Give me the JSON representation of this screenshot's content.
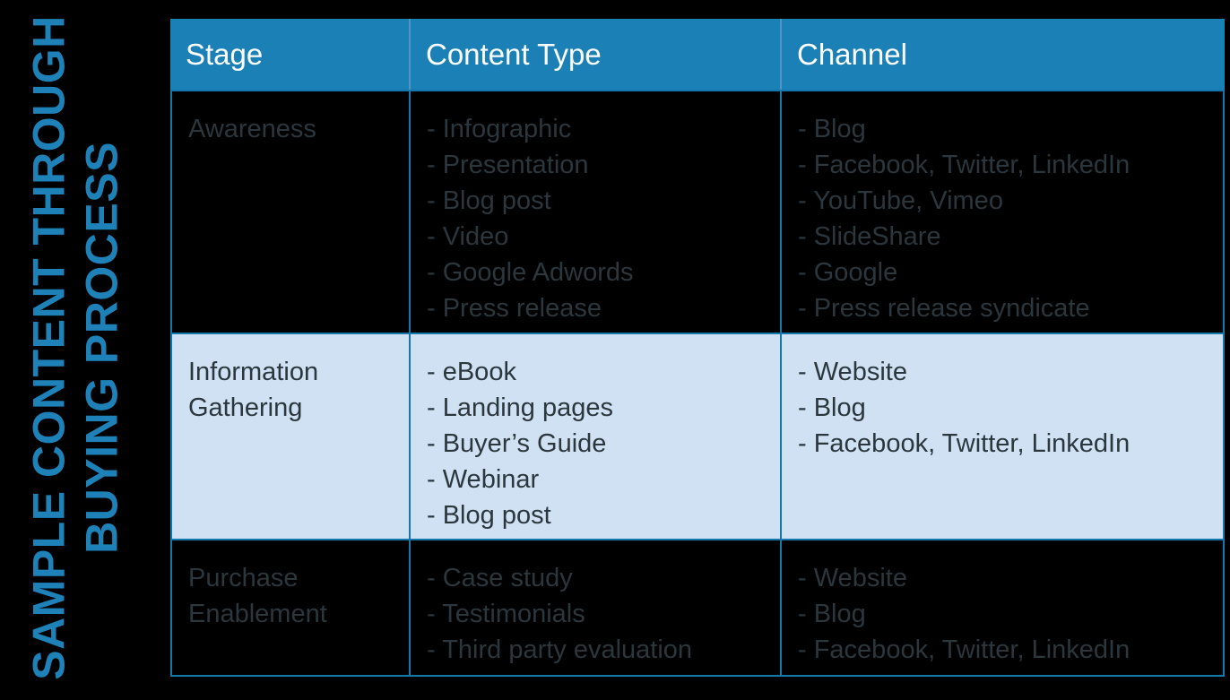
{
  "title": {
    "line1": "SAMPLE CONTENT THROUGH",
    "line2": "BUYING PROCESS"
  },
  "table": {
    "headers": [
      "Stage",
      "Content Type",
      "Channel"
    ],
    "rows": [
      {
        "stage": "Awareness",
        "highlighted": false,
        "content_types": [
          "- Infographic",
          "- Presentation",
          "- Blog post",
          "- Video",
          "- Google Adwords",
          "- Press release"
        ],
        "channels": [
          "- Blog",
          "- Facebook, Twitter, LinkedIn",
          "- YouTube, Vimeo",
          "- SlideShare",
          "- Google",
          "- Press release syndicate"
        ]
      },
      {
        "stage": "Information Gathering",
        "highlighted": true,
        "content_types": [
          "- eBook",
          "- Landing pages",
          "- Buyer’s Guide",
          "- Webinar",
          "- Blog post"
        ],
        "channels": [
          "- Website",
          "- Blog",
          "- Facebook, Twitter, LinkedIn"
        ]
      },
      {
        "stage": "Purchase Enablement",
        "highlighted": false,
        "content_types": [
          "- Case study",
          "- Testimonials",
          "- Third party evaluation"
        ],
        "channels": [
          "- Website",
          "- Blog",
          "- Facebook, Twitter, LinkedIn"
        ]
      }
    ]
  },
  "colors": {
    "background": "#000000",
    "header_bg": "#1b80b6",
    "header_text": "#ffffff",
    "header_separator": "#4f95c5",
    "cell_border": "#1478ad",
    "highlight_row_bg": "#cfe1f3",
    "body_text": "#2c363d",
    "title_text": "#1e82b8"
  }
}
